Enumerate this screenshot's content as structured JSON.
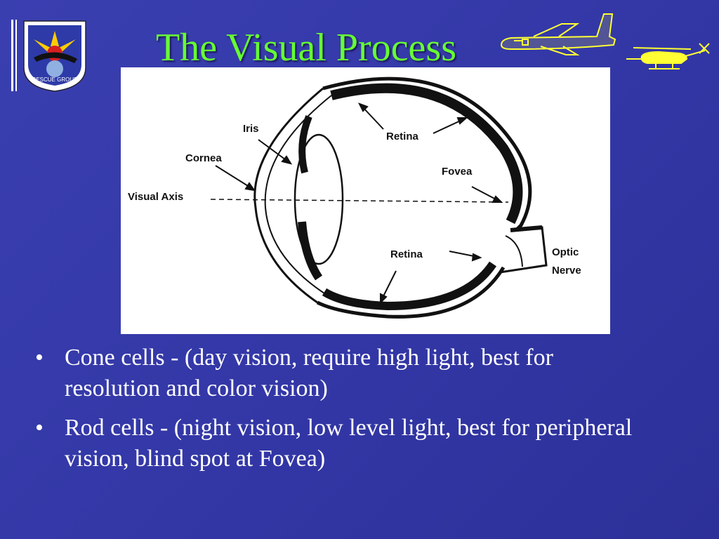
{
  "slide": {
    "title": "The Visual Process",
    "logo_text": "RESCUE GROUP",
    "accent_color": "#66ff33",
    "aircraft_color": "#ffff33",
    "background_color": "#3337a6"
  },
  "diagram": {
    "labels": {
      "iris": "Iris",
      "cornea": "Cornea",
      "visual_axis": "Visual Axis",
      "retina_top": "Retina",
      "fovea": "Fovea",
      "retina_bottom": "Retina",
      "optic_nerve_line1": "Optic",
      "optic_nerve_line2": "Nerve"
    }
  },
  "bullets": [
    {
      "marker": "•",
      "text": "Cone cells - (day vision, require high light, best for resolution and color vision)"
    },
    {
      "marker": "•",
      "text": "Rod cells - (night vision, low level light, best for peripheral vision, blind spot at Fovea)"
    }
  ]
}
